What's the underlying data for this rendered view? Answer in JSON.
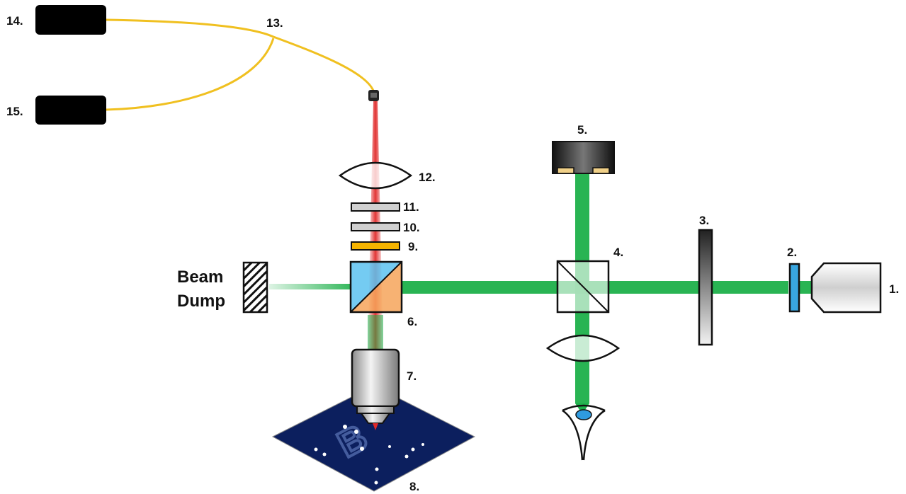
{
  "labels": {
    "laser": "1.",
    "filter_blue": "2.",
    "nd_filter": "3.",
    "beamsplitter": "4.",
    "camera": "5.",
    "dichroic": "6.",
    "objective": "7.",
    "sample": "8.",
    "filter_orange": "9.",
    "filter_10": "10.",
    "filter_11": "11.",
    "lens": "12.",
    "fiber_splitter": "13.",
    "detector_14": "14.",
    "detector_15": "15."
  },
  "beam_dump_label": [
    "Beam",
    "Dump"
  ],
  "sample_logo": "B",
  "colors": {
    "excitation": "#1db04a",
    "emission": "#e02a2a",
    "fiber": "#f0c020",
    "detector": "#000000",
    "sample": "#0c1f5e",
    "filter_orange": "#f5b400",
    "filter_blue": "#39a6e0"
  }
}
